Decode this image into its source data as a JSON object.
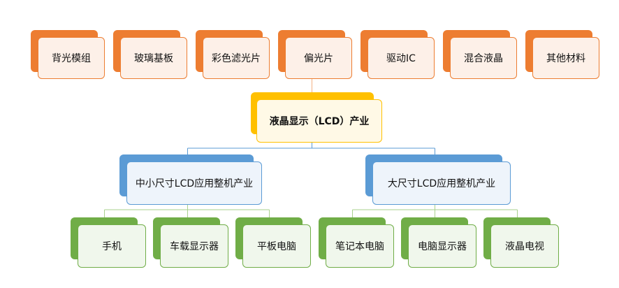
{
  "colors": {
    "orange": "#ED7D31",
    "orange_fill": "#FDF0E8",
    "gold": "#FFC000",
    "gold_fill": "#FFF9E6",
    "blue": "#5B9BD5",
    "blue_fill": "#EEF4FB",
    "green": "#70AD47",
    "green_fill": "#F0F7EC",
    "line_orange": "#F4B183",
    "line_blue": "#5B9BD5",
    "line_green": "#A9D18E"
  },
  "materials": [
    "背光模组",
    "玻璃基板",
    "彩色滤光片",
    "偏光片",
    "驱动IC",
    "混合液晶",
    "其他材料"
  ],
  "core": "液晶显示（LCD）产业",
  "segments": [
    {
      "label": "中小尺寸LCD应用整机产业",
      "products": [
        "手机",
        "车载显示器",
        "平板电脑"
      ]
    },
    {
      "label": "大尺寸LCD应用整机产业",
      "products": [
        "笔记本电脑",
        "电脑显示器",
        "液晶电视"
      ]
    }
  ]
}
